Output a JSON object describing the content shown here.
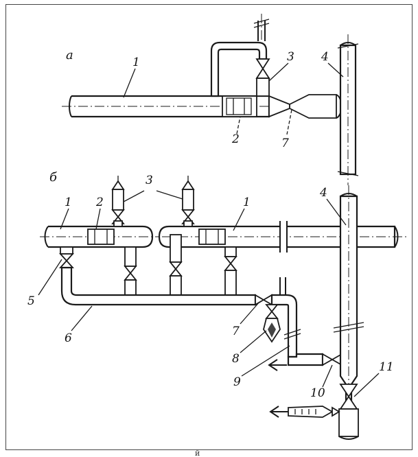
{
  "sections": {
    "a": "а",
    "b": "б"
  },
  "labels_a": {
    "pipe": "1",
    "device": "2",
    "valve": "3",
    "main": "4",
    "reducer": "7"
  },
  "labels_b": {
    "pipe_left": "1",
    "device_left": "2",
    "valves_top": "3",
    "pipe_right": "1",
    "main": "4",
    "valve_left": "5",
    "bypass": "6",
    "valve_7": "7",
    "valve_8": "8",
    "pipe_9": "9",
    "valve_10": "10",
    "valve_11": "11"
  },
  "caption_mark": "й"
}
